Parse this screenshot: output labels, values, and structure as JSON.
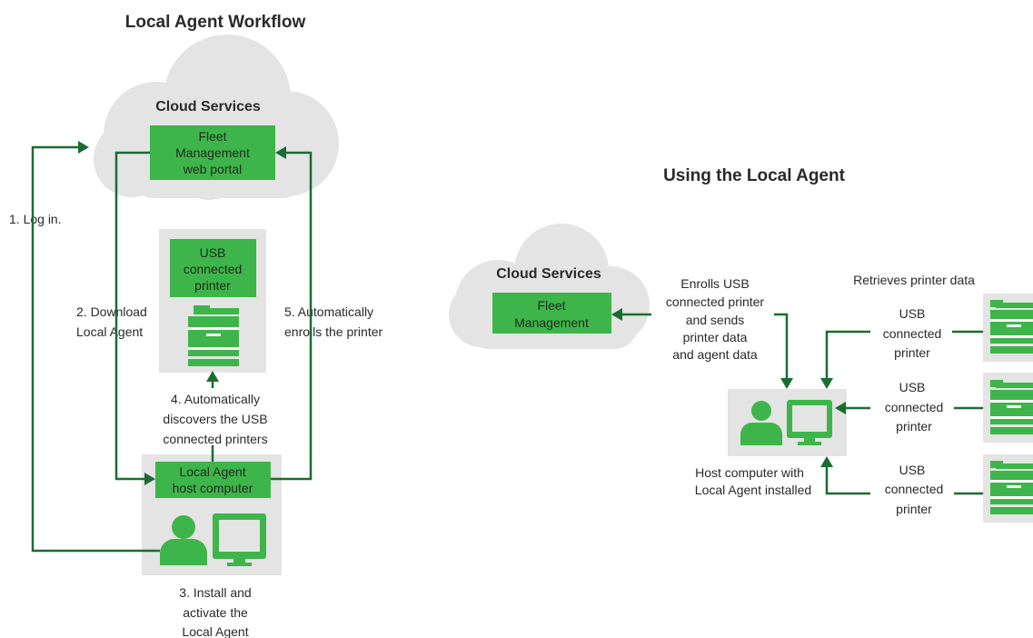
{
  "left": {
    "title": "Local Agent Workflow",
    "cloud_label": "Cloud Services",
    "portal_box": [
      "Fleet",
      "Management",
      "web portal"
    ],
    "printer_box": [
      "USB",
      "connected",
      "printer"
    ],
    "host_box": [
      "Local Agent",
      "host computer"
    ],
    "steps": {
      "step1": [
        "1. Log in."
      ],
      "step2": [
        "2. Download",
        "Local Agent"
      ],
      "step3": [
        "3. Install and",
        "activate the",
        "Local Agent"
      ],
      "step4": [
        "4. Automatically",
        "discovers the USB",
        "connected printers"
      ],
      "step5": [
        "5. Automatically",
        "enrolls the printer"
      ]
    }
  },
  "right": {
    "title": "Using the Local Agent",
    "cloud_label": "Cloud Services",
    "fleet_box": [
      "Fleet",
      "Management"
    ],
    "enroll_text": [
      "Enrolls USB",
      "connected printer",
      "and sends",
      "printer data",
      "and agent data"
    ],
    "retrieve_text": "Retrieves printer data",
    "host_text": [
      "Host computer with",
      "Local Agent installed"
    ],
    "usb_labels": [
      [
        "USB",
        "connected",
        "printer"
      ],
      [
        "USB",
        "connected",
        "printer"
      ],
      [
        "USB",
        "connected",
        "printer"
      ]
    ]
  },
  "colors": {
    "green": "#3eb54a",
    "dark_green": "#1b6c32",
    "gray": "#e3e4e3"
  },
  "icons": [
    "person-icon",
    "monitor-icon",
    "printer-icon",
    "arrow-icon"
  ]
}
